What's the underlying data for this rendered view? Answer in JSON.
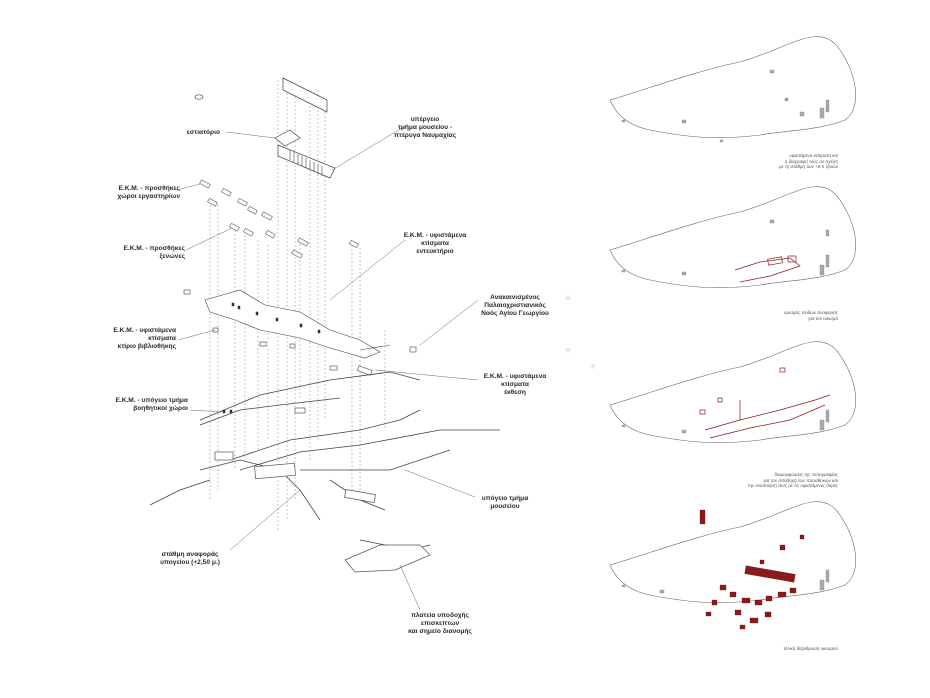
{
  "labels": {
    "restaurant": "εστιατόριο",
    "above_ground": "υπέργειο\nτμήμα μουσείου -\nπτέρυγα Ναυμαχίας",
    "ekm_workshops": "Ε.Κ.Μ. - προσθήκες\nχώροι εργαστηρίων",
    "ekm_guesthouses": "Ε.Κ.Μ. - προσθήκες\nξενώνες",
    "ekm_existing_visitor": "Ε.Κ.Μ. - υφιστάμενα\nκτίσματα\nεντευκτήριο",
    "church": "Ανακαινισμένος\nΠαλαιοχριστιανικός\nΝαός Αγίου Γεωργίου",
    "ekm_existing_library": "Ε.Κ.Μ. - υφιστάμενα\nκτίσματα\nκτίριο βιβλιοθήκης",
    "ekm_existing_exhibition": "Ε.Κ.Μ. - υφιστάμενα\nκτίσματα\nέκθεση",
    "ekm_underground_aux": "Ε.Κ.Μ. - υπόγειο τμήμα\nβοηθητικοί χώροι",
    "underground_museum": "υπόγειο τμήμα\nμουσείου",
    "basement_level": "στάθμη αναφοράς\nυπογείου (+2,50 μ.)",
    "reception_square": "πλατεία υποδοχής\nεπισκεπτών\nκαι σημείο διανομής"
  },
  "captions": {
    "step1": "υφιστάμενα κτίσματα και\nη διαγραφή τους σε σχέση\nμε τη στάθμη των +8,5 τ/ριών",
    "step2": "ορισμός πεδίων αναφοράς\nγια τον οικισμό",
    "step3": "διαμορφώσεις της τοπογραφίας\nγια τον αποδοχή των προσθηκών και\nτην ενοποίησή τους με τις υφιστάμενες δομές",
    "step4": "τελική διάρθρωση οικισμού"
  },
  "colors": {
    "accent": "#8b1a1a",
    "line": "#555555",
    "guide": "#9a9a9a"
  }
}
